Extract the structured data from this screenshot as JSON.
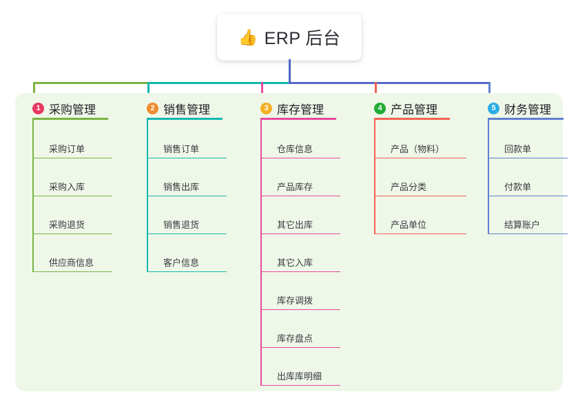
{
  "root": {
    "icon": "thumbs-up-icon",
    "icon_glyph": "👍",
    "title": "ERP 后台"
  },
  "palette": {
    "panel_bg": "#eef7e8",
    "card_bg": "#ffffff",
    "trunk": "#4f63c4",
    "segment_green": "#7cb342",
    "segment_teal": "#0fb9a6",
    "segment_blue": "#5567cc"
  },
  "columns": [
    {
      "index": "1",
      "badge_color": "#e8365f",
      "line_color": "#7cb342",
      "title": "采购管理",
      "items": [
        "采购订单",
        "采购入库",
        "采购退货",
        "供应商信息"
      ]
    },
    {
      "index": "2",
      "badge_color": "#f08a2e",
      "line_color": "#14b8b0",
      "title": "销售管理",
      "items": [
        "销售订单",
        "销售出库",
        "销售退货",
        "客户信息"
      ]
    },
    {
      "index": "3",
      "badge_color": "#f5b025",
      "line_color": "#e8489c",
      "title": "库存管理",
      "items": [
        "仓库信息",
        "产品库存",
        "其它出库",
        "其它入库",
        "库存调拨",
        "库存盘点",
        "出库库明细"
      ]
    },
    {
      "index": "4",
      "badge_color": "#22ac38",
      "line_color": "#f4614f",
      "title": "产品管理",
      "items": [
        "产品（物料）",
        "产品分类",
        "产品单位"
      ]
    },
    {
      "index": "5",
      "badge_color": "#29ade4",
      "line_color": "#5f7fd1",
      "title": "财务管理",
      "items": [
        "回款单",
        "付款单",
        "结算账户"
      ]
    }
  ]
}
